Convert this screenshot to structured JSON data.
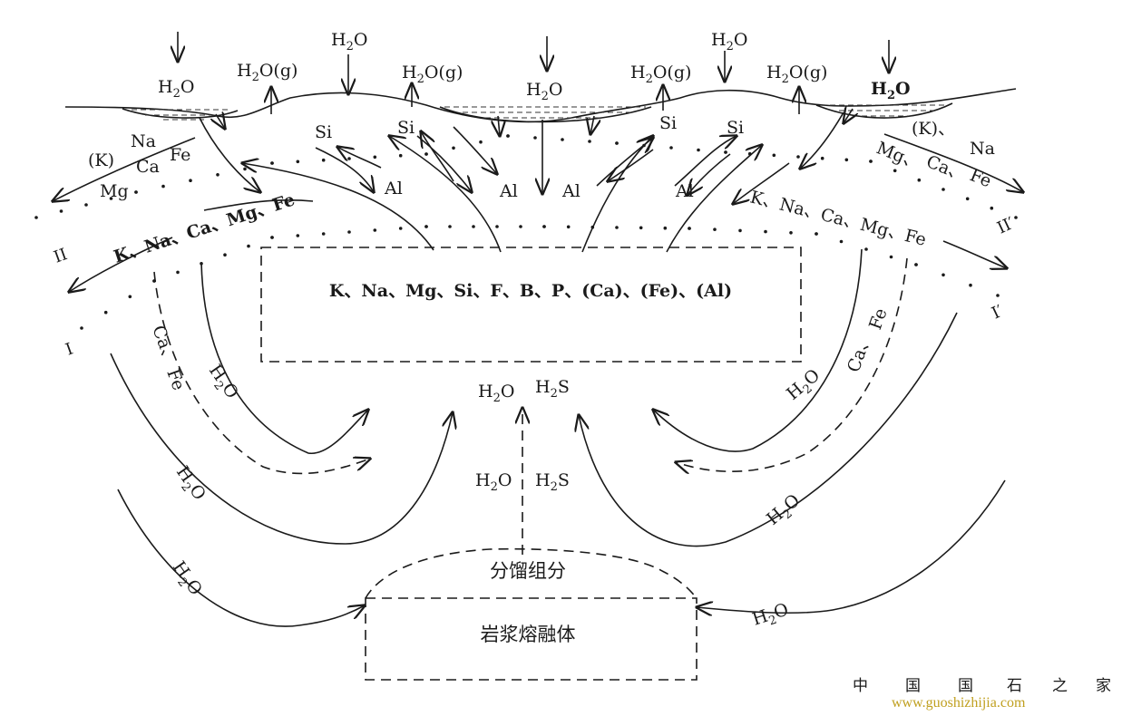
{
  "labels": {
    "h2o": "H2O",
    "h2o_g": "H2O(g)",
    "h2s": "H2S",
    "si": "Si",
    "al": "Al",
    "na": "Na",
    "ca": "Ca",
    "fe": "Fe",
    "mg": "Mg",
    "k_paren": "(K)",
    "k_paren_comma": "(K)、",
    "mg_comma": "Mg、",
    "ca_comma": "Ca、",
    "ca_comma_cap": "Ca、",
    "fe_dash": "Fe",
    "ca_dash": "Ca、",
    "knacamgfe": "K、Na、Ca、Mg、Fe",
    "zone_two": "II",
    "zone_one": "I",
    "zone_two_prime": "II′",
    "zone_one_prime": "I′",
    "center_elements": "K、Na、Mg、Si、F、B、P、(Ca)、(Fe)、(Al)",
    "fractionation": "分馏组分",
    "magma": "岩浆熔融体"
  },
  "watermark": {
    "chars": [
      "中",
      "国",
      "国",
      "石",
      "之",
      "家"
    ],
    "colors": [
      "#e07090",
      "#4070c0",
      "#7050b0",
      "#30a060",
      "#3090c0",
      "#c08020"
    ],
    "url": "www.guoshizhijia.com"
  }
}
